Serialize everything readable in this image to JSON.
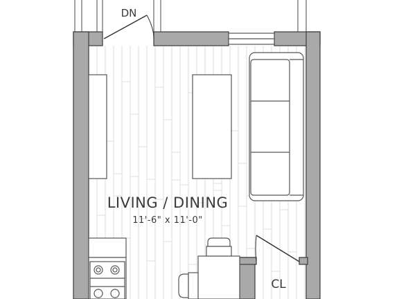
{
  "labels": {
    "stairs": "DN",
    "room_name": "LIVING / DINING",
    "room_dims": "11'-6\" x 11'-0\"",
    "closet": "CL"
  },
  "colors": {
    "wall_fill": "#a9a9a9",
    "wall_stroke": "#444444",
    "line": "#555555",
    "floor_line": "#dcdcdc",
    "text": "#3a3a3a"
  }
}
